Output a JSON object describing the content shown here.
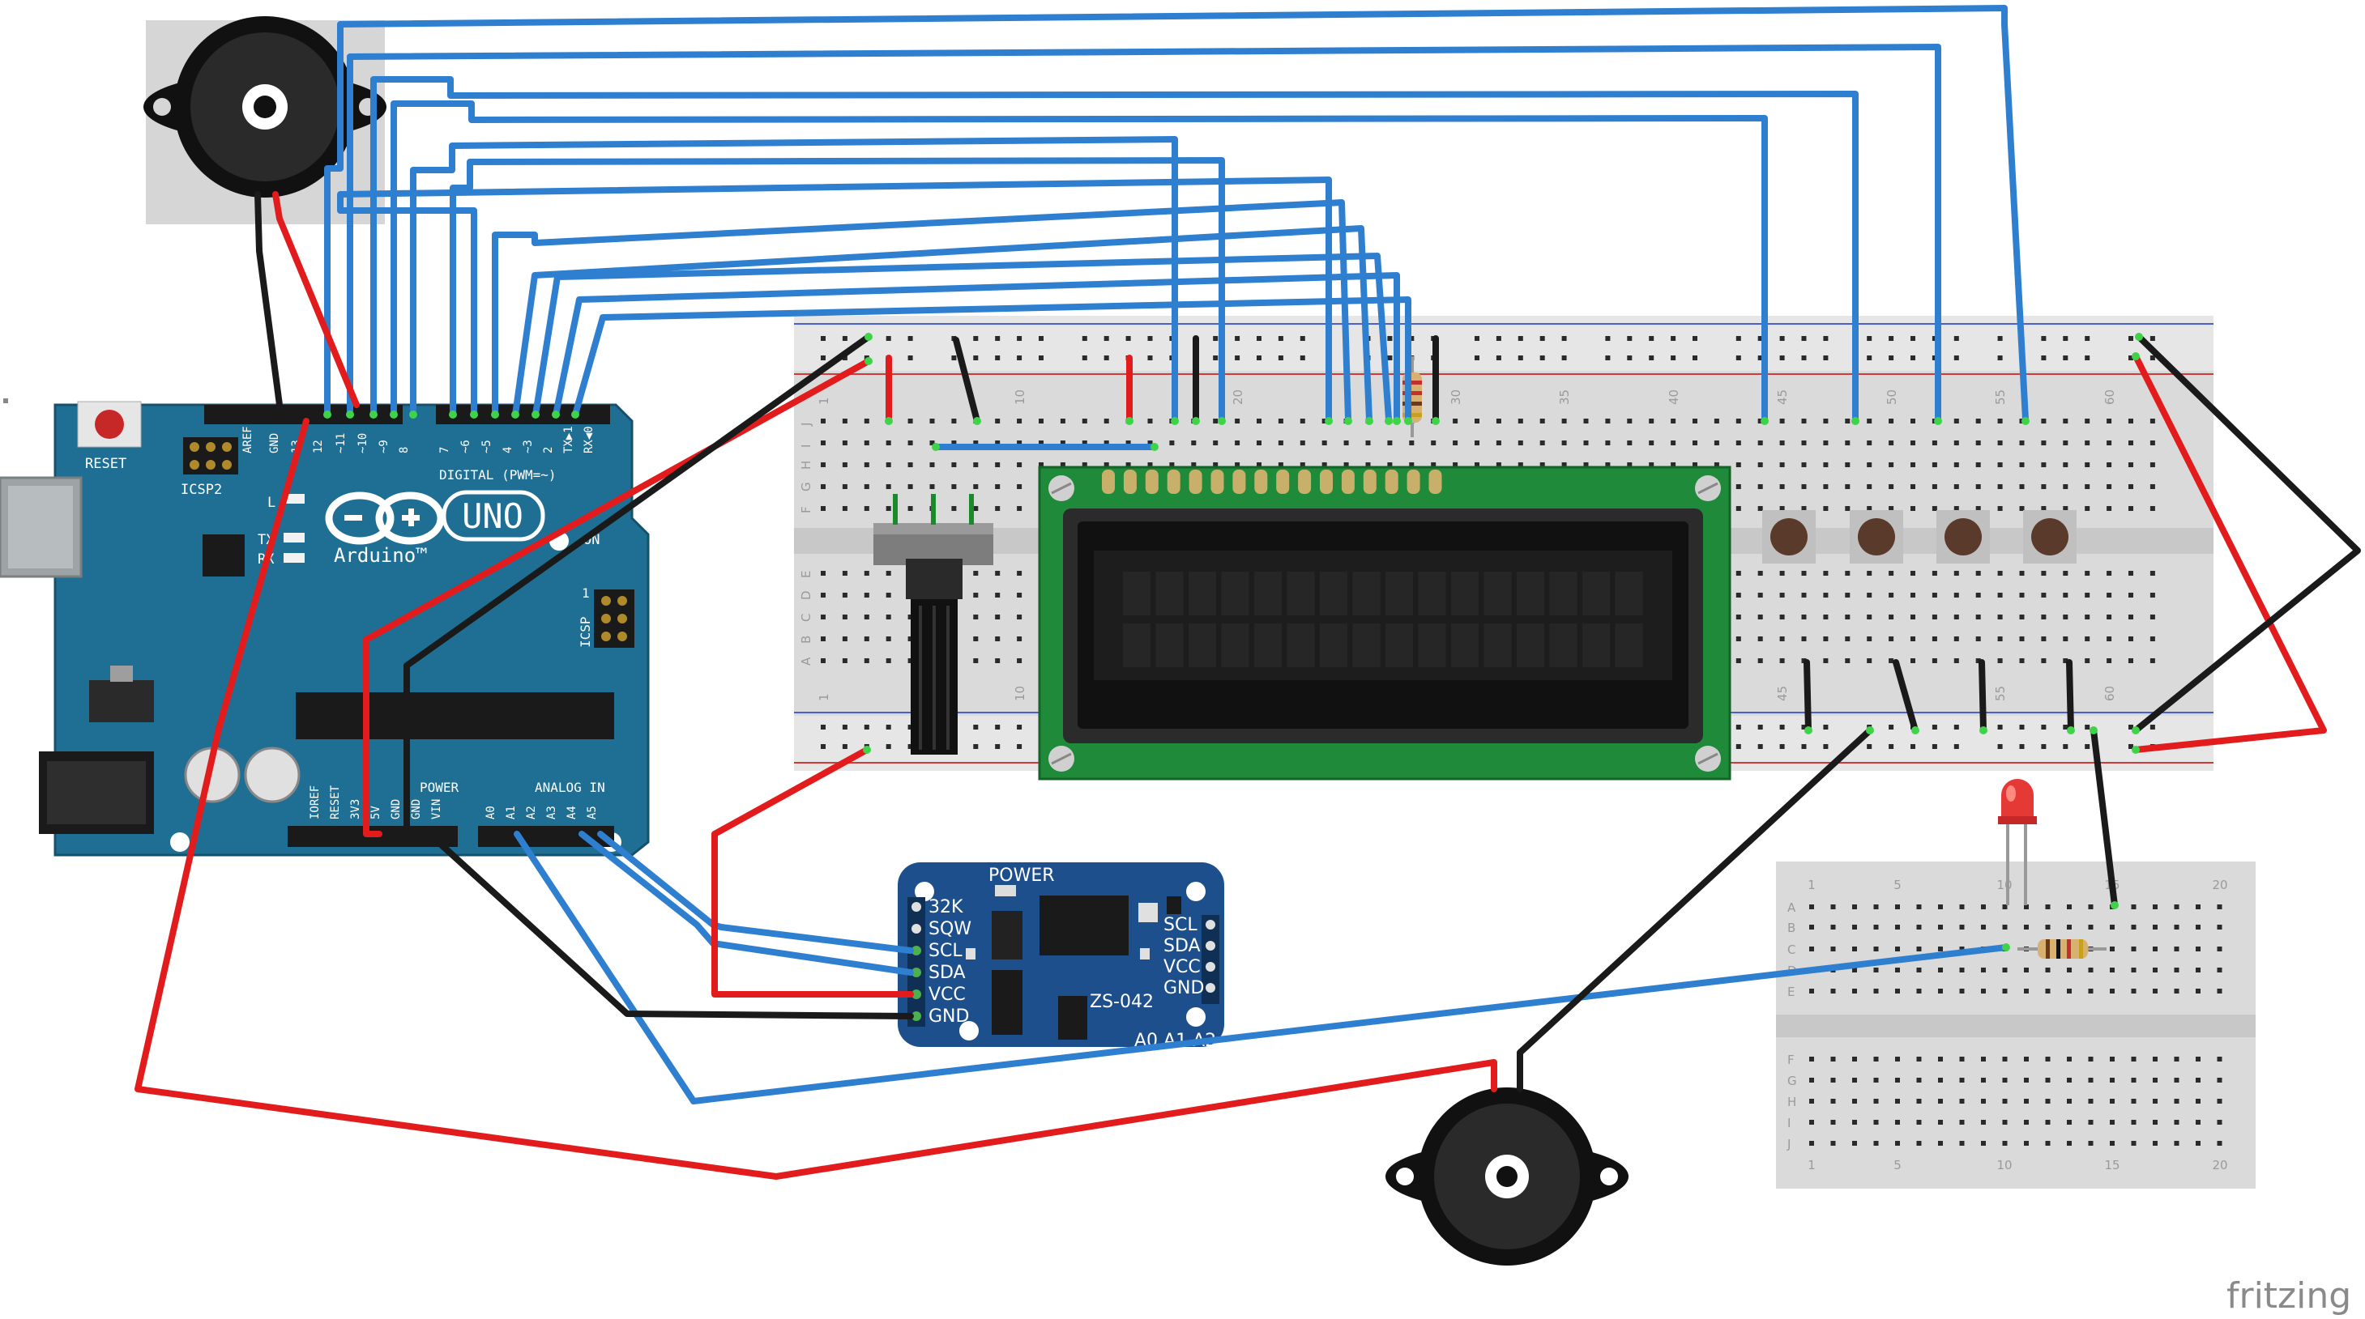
{
  "arduino": {
    "reset": "RESET",
    "icsp2": "ICSP2",
    "icsp": "ICSP",
    "uno": "UNO",
    "brand": "Arduino™",
    "digital_label": "DIGITAL (PWM=~)",
    "power_label": "POWER",
    "analog_label": "ANALOG IN",
    "led_l": "L",
    "led_tx": "TX",
    "led_rx": "RX",
    "on_label": "ON",
    "icsp_pin1": "1",
    "top_headers": [
      "AREF",
      "GND",
      "13",
      "12",
      "~11",
      "~10",
      "~9",
      "8",
      "7",
      "~6",
      "~5",
      "4",
      "~3",
      "2",
      "TX▶1",
      "RX◀0"
    ],
    "power_headers": [
      "IOREF",
      "RESET",
      "3V3",
      "5V",
      "GND",
      "GND",
      "VIN"
    ],
    "analog_headers": [
      "A0",
      "A1",
      "A2",
      "A3",
      "A4",
      "A5"
    ]
  },
  "rtc": {
    "power": "POWER",
    "model": "ZS-042",
    "addr": "A0 A1 A2",
    "left_pins": [
      "32K",
      "SQW",
      "SCL",
      "SDA",
      "VCC",
      "GND"
    ],
    "right_pins": [
      "SCL",
      "SDA",
      "VCC",
      "GND"
    ]
  },
  "breadboard_main": {
    "col_numbers": [
      "1",
      "10",
      "20",
      "30",
      "35",
      "40",
      "45",
      "50",
      "55",
      "60"
    ],
    "bottom_numbers": [
      "1",
      "10",
      "45",
      "55",
      "60"
    ],
    "rows_top": [
      "J",
      "I",
      "H",
      "G",
      "F"
    ],
    "rows_bottom": [
      "E",
      "D",
      "C",
      "B",
      "A"
    ]
  },
  "breadboard_small": {
    "col_numbers": [
      "1",
      "5",
      "10",
      "15",
      "20"
    ],
    "rows": [
      "A",
      "B",
      "C",
      "D",
      "E",
      "F",
      "G",
      "H",
      "I",
      "J"
    ]
  },
  "watermark": "fritzing",
  "colors": {
    "wire_blue": "#2f7fd0",
    "wire_red": "#e21c1c",
    "wire_black": "#1a1a1a",
    "arduino": "#1f6f94",
    "lcd_pcb": "#1e8a3a",
    "rtc_pcb": "#1d4f8c"
  }
}
